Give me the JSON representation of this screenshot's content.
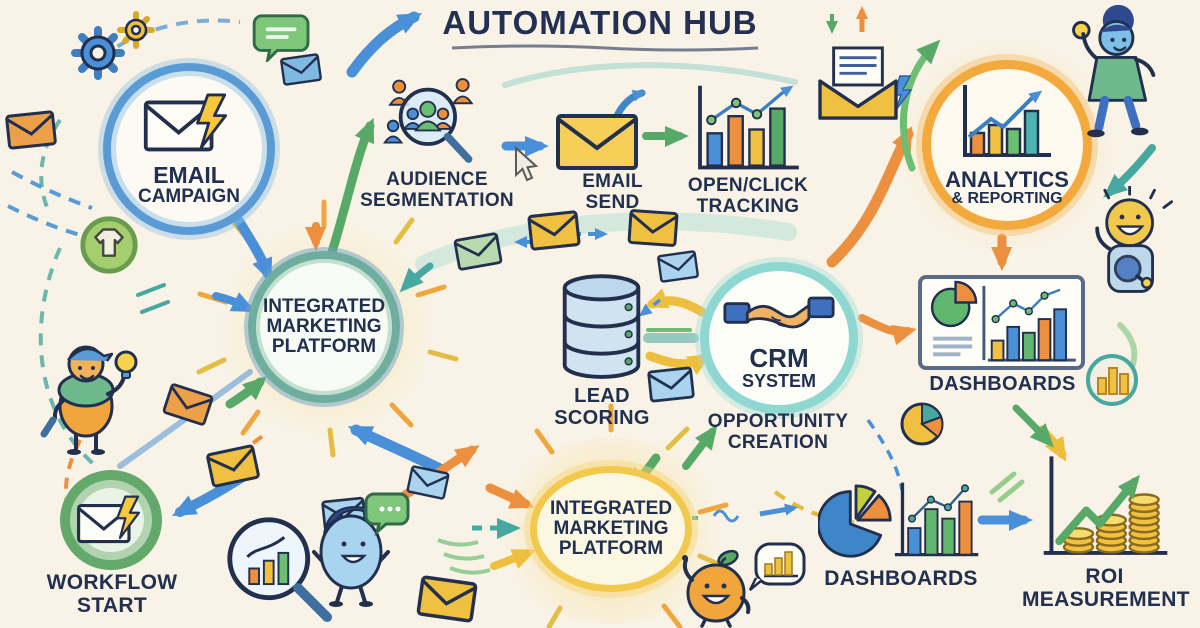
{
  "title": "AUTOMATION HUB",
  "palette": {
    "background": "#f8f3e6",
    "ink": "#22304e",
    "blue": "#4a90d9",
    "green": "#58a968",
    "orange": "#ec8f3e",
    "yellow": "#f0c040",
    "teal": "#46a8a0"
  },
  "nodes": {
    "email_campaign": {
      "line1": "EMAIL",
      "line2": "CAMPAIGN"
    },
    "audience_segmentation": {
      "label": "AUDIENCE\nSEGMENTATION"
    },
    "email_send": {
      "label": "EMAIL\nSEND"
    },
    "open_click_tracking": {
      "label": "OPEN/CLICK\nTRACKING"
    },
    "analytics_reporting": {
      "line1": "ANALYTICS",
      "line2": "& REPORTING"
    },
    "integrated_platform_top": {
      "label": "INTEGRATED\nMARKETING\nPLATFORM"
    },
    "lead_scoring": {
      "label": "LEAD\nSCORING"
    },
    "crm_system": {
      "line1": "CRM",
      "line2": "SYSTEM"
    },
    "opportunity_creation": {
      "label": "OPPORTUNITY\nCREATION"
    },
    "dashboards_right": {
      "label": "DASHBOARDS"
    },
    "integrated_platform_bottom": {
      "label": "INTEGRATED\nMARKETING\nPLATFORM"
    },
    "workflow_start": {
      "label": "WORKFLOW\nSTART"
    },
    "dashboards_bottom": {
      "label": "DASHBOARDS"
    },
    "roi_measurement": {
      "label": "ROI\nMEASUREMENT"
    }
  },
  "decorations": [
    "gear-icon",
    "chat-bubble-icon",
    "envelope-icon",
    "open-mail-icon",
    "tshirt-badge-icon",
    "magnifier-people-icon",
    "magnifier-chart-icon",
    "database-icon",
    "handshake-icon",
    "pie-chart-icon",
    "bar-chart-icon",
    "line-chart-icon",
    "coin-stack-icon",
    "lightbulb-icon",
    "lightning-icon",
    "cursor-pointer-icon",
    "worker-character",
    "messenger-character",
    "orange-fruit-character",
    "analyst-character",
    "smiley-magnifier-character"
  ]
}
